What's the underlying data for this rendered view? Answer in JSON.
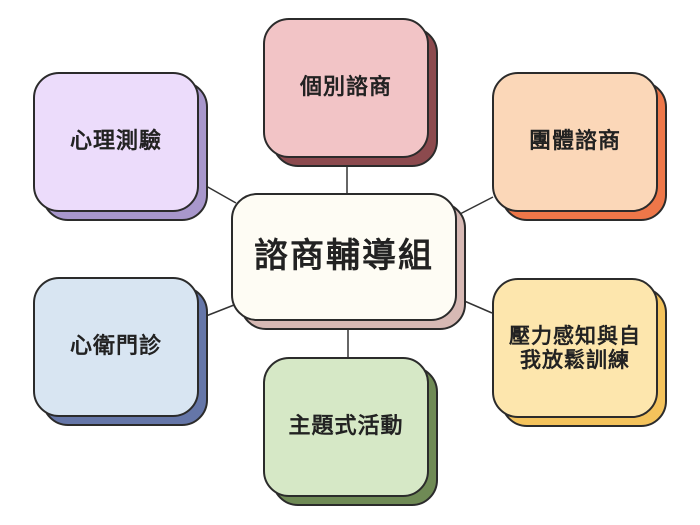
{
  "diagram": {
    "center": {
      "label": "諮商輔導組"
    },
    "nodes": [
      {
        "id": "top",
        "label": "個別諮商"
      },
      {
        "id": "tl",
        "label": "心理測驗"
      },
      {
        "id": "tr",
        "label": "團體諮商"
      },
      {
        "id": "bl",
        "label": "心衛門診"
      },
      {
        "id": "bottom",
        "label": "主題式活動"
      },
      {
        "id": "br",
        "label": "壓力感知與自\n我放鬆訓練"
      }
    ]
  }
}
